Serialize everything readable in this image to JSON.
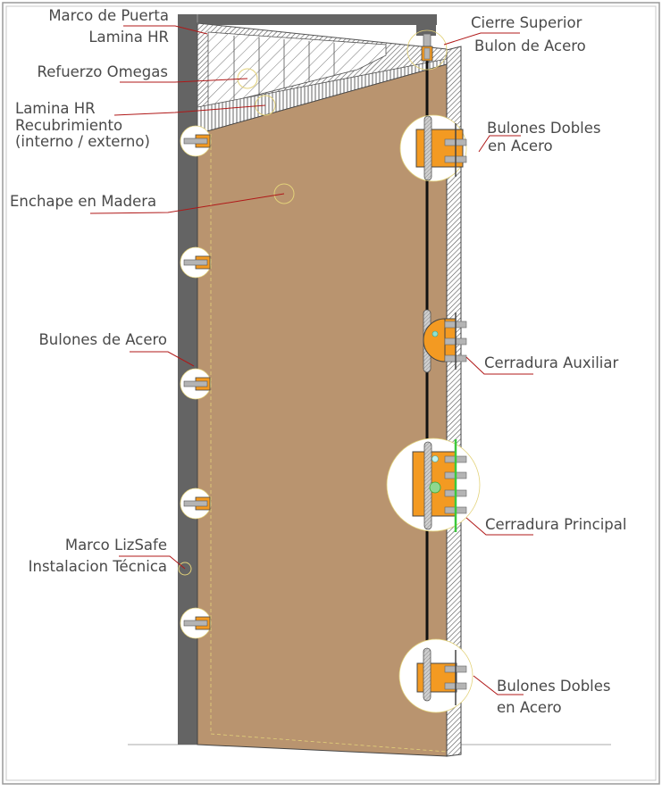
{
  "diagram": {
    "title": "Puerta de seguridad - componentes",
    "colors": {
      "frame": "#646464",
      "wood": "#b9946f",
      "steel_bolt": "#b4b4b4",
      "lock_body": "#f39a22",
      "leader_line": "#b01818",
      "accent_green": "#3cc83c",
      "label_text": "#4a4a4a",
      "border": "#9a9a9a"
    },
    "labels_left": [
      {
        "id": "marco-puerta",
        "text": "Marco de Puerta"
      },
      {
        "id": "lamina-hr-top",
        "text": "Lamina HR"
      },
      {
        "id": "refuerzo-omegas",
        "text": "Refuerzo Omegas"
      },
      {
        "id": "lamina-hr",
        "text": "Lamina HR"
      },
      {
        "id": "recubrimiento",
        "text": "Recubrimiento"
      },
      {
        "id": "interno-externo",
        "text": "(interno / externo)"
      },
      {
        "id": "enchape-madera",
        "text": "Enchape en Madera"
      },
      {
        "id": "bulones-acero",
        "text": "Bulones de Acero"
      },
      {
        "id": "marco-lizsafe",
        "text": "Marco LizSafe"
      },
      {
        "id": "instalacion-tecnica",
        "text": "Instalacion Técnica"
      }
    ],
    "labels_right": [
      {
        "id": "cierre-superior",
        "text": "Cierre Superior"
      },
      {
        "id": "bulon-acero",
        "text": "Bulon de Acero"
      },
      {
        "id": "bulones-dobles-top",
        "text": "Bulones Dobles"
      },
      {
        "id": "en-acero-top",
        "text": "en Acero"
      },
      {
        "id": "cerradura-auxiliar",
        "text": "Cerradura Auxiliar"
      },
      {
        "id": "cerradura-principal",
        "text": "Cerradura Principal"
      },
      {
        "id": "bulones-dobles-bottom",
        "text": "Bulones Dobles"
      },
      {
        "id": "en-acero-bottom",
        "text": "en Acero"
      }
    ]
  }
}
